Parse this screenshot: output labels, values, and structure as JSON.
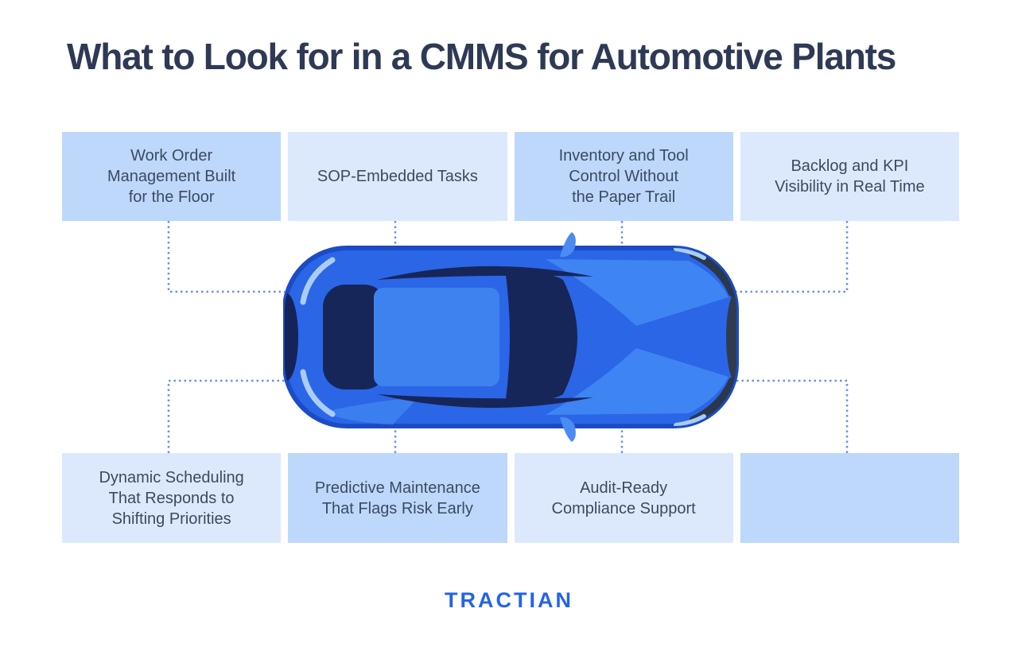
{
  "title": "What to Look for in a CMMS for Automotive Plants",
  "boxes": {
    "top": [
      {
        "label": "Work Order\nManagement Built\nfor the Floor",
        "tone": "dark"
      },
      {
        "label": "SOP-Embedded Tasks",
        "tone": "light"
      },
      {
        "label": "Inventory and Tool\nControl Without\nthe Paper Trail",
        "tone": "dark"
      },
      {
        "label": "Backlog and KPI\nVisibility in Real Time",
        "tone": "light"
      }
    ],
    "bottom": [
      {
        "label": "Dynamic Scheduling\nThat Responds to\nShifting Priorities",
        "tone": "light"
      },
      {
        "label": "Predictive Maintenance\nThat Flags Risk Early",
        "tone": "dark"
      },
      {
        "label": "Audit-Ready\nCompliance Support",
        "tone": "light"
      },
      {
        "label": "",
        "tone": "dark"
      }
    ]
  },
  "illustration": {
    "name": "blue car, top view"
  },
  "logo": {
    "text": "TRACTIAN"
  },
  "colors": {
    "title_text": "#2E3A55",
    "box_text": "#3B4A63",
    "box_dark": "#BDD8FA",
    "box_light": "#DCE9FD",
    "connector": "#6992E6",
    "logo_blue": "#2563EB",
    "car_body": "#2B66E6",
    "car_body_edge": "#1B4CC6",
    "car_window": "#172659",
    "car_roof": "#3E82F0",
    "car_highlight": "#A9CDF7"
  }
}
